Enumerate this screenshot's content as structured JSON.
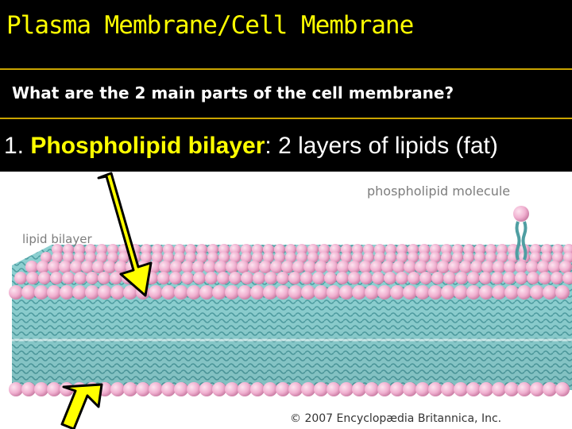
{
  "title": "Plasma Membrane/Cell Membrane",
  "question": "What are the 2 main parts of the cell membrane?",
  "point": {
    "number": "1.",
    "term": "Phospholipid bilayer",
    "separator": ":",
    "description": "2 layers of lipids (fat)"
  },
  "figure": {
    "label_molecule": "phospholipid molecule",
    "label_bilayer": "lipid bilayer",
    "copyright": "© 2007 Encyclopædia Britannica, Inc."
  },
  "colors": {
    "background": "#000000",
    "title_text": "#ffff00",
    "accent_line": "#c9a400",
    "arrow_fill": "#ffff00",
    "head_pink": "#f2b8d6",
    "tail_teal": "#7cc2c4"
  }
}
